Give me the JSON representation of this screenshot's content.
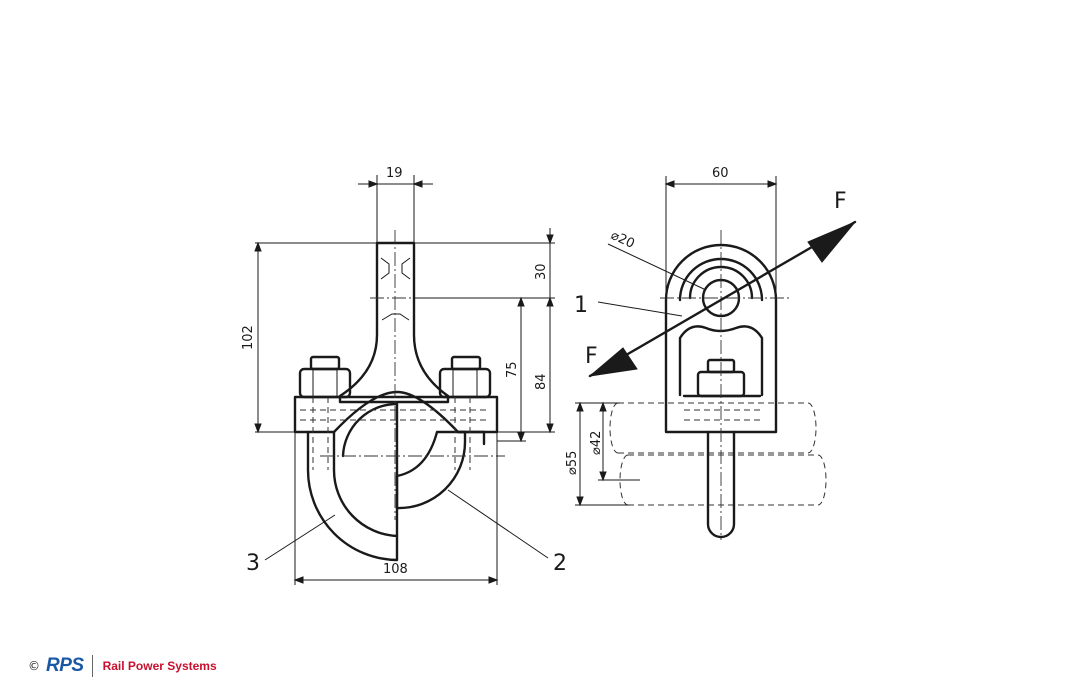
{
  "dimensions": {
    "neck_width": "19",
    "top_height": "30",
    "overall_height": "102",
    "height_75": "75",
    "height_84": "84",
    "base_width": "108",
    "side_width": "60",
    "hole_diameter": "⌀20",
    "tube_outer": "⌀55",
    "tube_inner": "⌀42"
  },
  "callouts": {
    "part_1": "1",
    "part_2": "2",
    "part_3": "3",
    "force_upper": "F",
    "force_lower": "F"
  },
  "footer": {
    "copyright": "©",
    "logo_text": "RPS",
    "company": "Rail Power Systems"
  },
  "colors": {
    "logo_blue": "#1a57a4",
    "company_red": "#c8102e"
  }
}
